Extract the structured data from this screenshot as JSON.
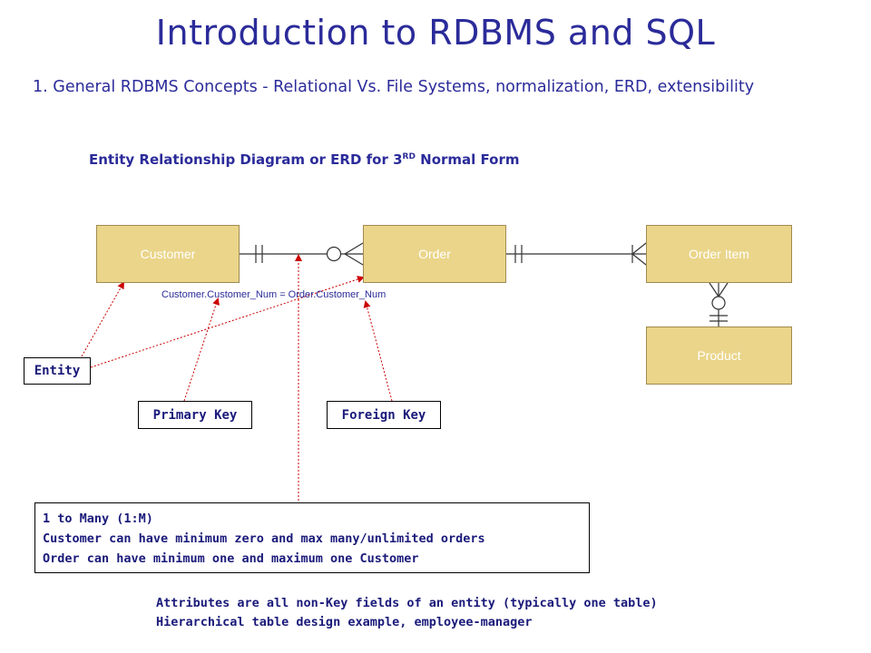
{
  "header": {
    "title": "Introduction to RDBMS and SQL",
    "subtitle": "1. General RDBMS Concepts - Relational Vs. File Systems, normalization, ERD, extensibility"
  },
  "diagram": {
    "heading_main": "Entity Relationship Diagram or ERD for 3",
    "heading_sup": "RD",
    "heading_tail": " Normal Form",
    "entities": {
      "customer": "Customer",
      "order": "Order",
      "order_item": "Order Item",
      "product": "Product"
    },
    "join_condition": "Customer.Customer_Num  = Order.Customer_Num",
    "callouts": {
      "entity": "Entity",
      "primary_key": "Primary Key",
      "foreign_key": "Foreign Key"
    },
    "relationship_note": [
      "1 to Many (1:M)",
      "Customer can have minimum zero and max many/unlimited orders",
      "Order can have minimum one and maximum one Customer"
    ],
    "footer_lines": [
      "Attributes are all non-Key fields of an entity (typically one table)",
      "Hierarchical table design example, employee-manager"
    ]
  },
  "colors": {
    "title": "#2b2b9a",
    "entity_fill": "#ead58a",
    "arrow": "#cc0000",
    "text_dark": "#1a1a7a"
  }
}
